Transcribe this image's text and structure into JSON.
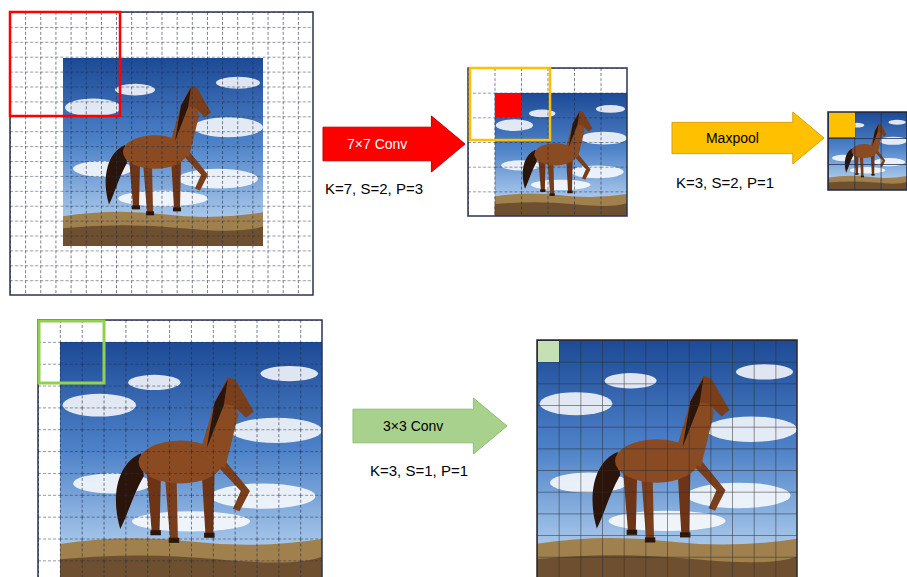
{
  "diagram": {
    "nodes": [
      {
        "text": [
          "7×7 Conv",
          "K=7, S=2, P=3"
        ]
      },
      {
        "text": [
          "Maxpool",
          "K=3, S=2, P=1"
        ]
      },
      {
        "text": [
          "3×3 Conv",
          "K=3, S=1, P=1"
        ]
      }
    ]
  }
}
